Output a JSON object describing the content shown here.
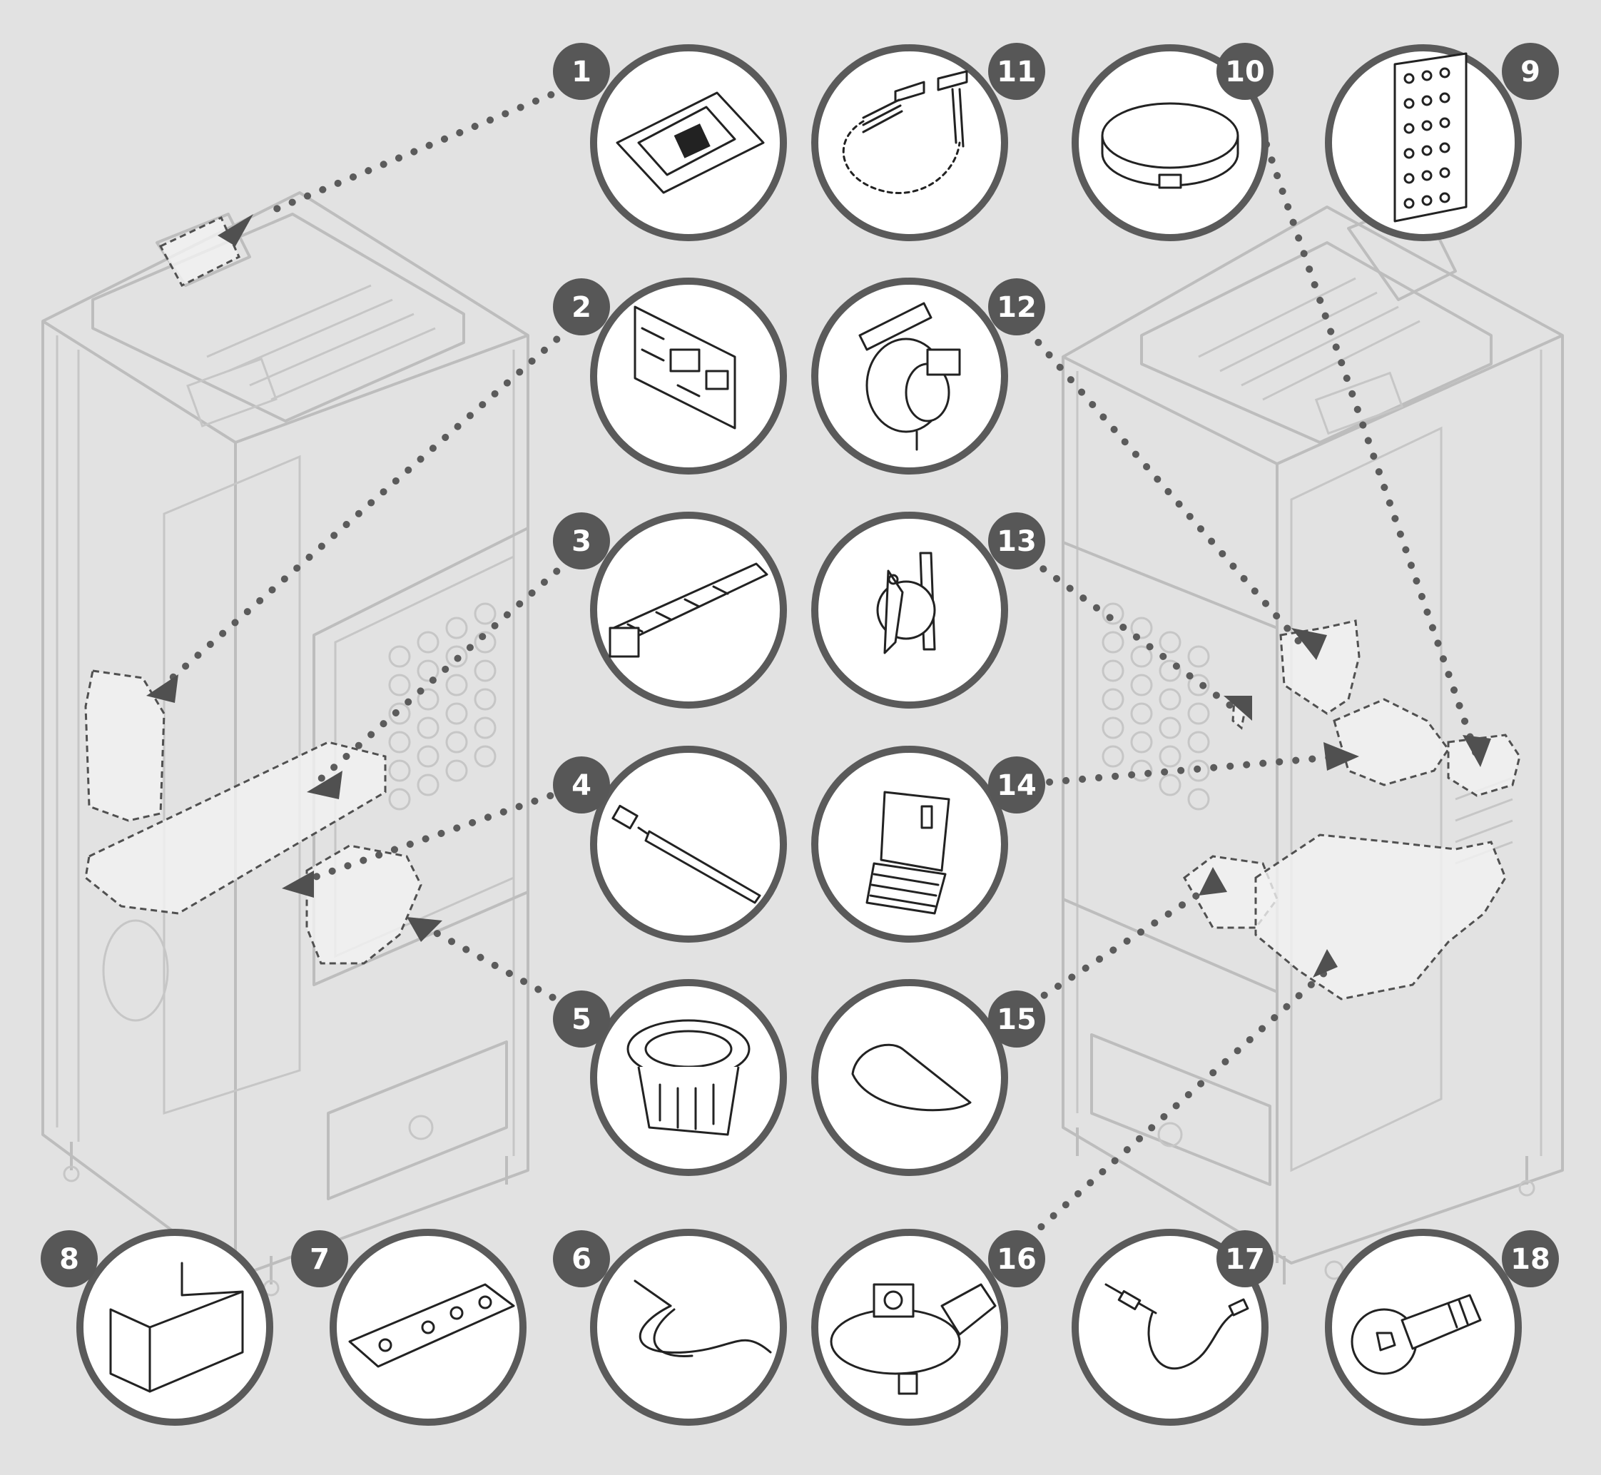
{
  "colors": {
    "background": "#e2e2e2",
    "badge": "#575757",
    "ring": "#5a5a5a",
    "dotted_leader": "#5b5b5b",
    "ghost_outline": "#bdbdbd"
  },
  "parts": [
    {
      "number": "1",
      "icon": "control-panel-display-icon"
    },
    {
      "number": "2",
      "icon": "motherboard-icon"
    },
    {
      "number": "3",
      "icon": "auger-feed-screw-icon"
    },
    {
      "number": "4",
      "icon": "igniter-cartridge-icon"
    },
    {
      "number": "5",
      "icon": "burn-pot-brazier-icon"
    },
    {
      "number": "6",
      "icon": "temperature-probe-cable-icon"
    },
    {
      "number": "7",
      "icon": "remote-control-icon"
    },
    {
      "number": "8",
      "icon": "pellet-hopper-icon"
    },
    {
      "number": "9",
      "icon": "perforated-grille-panel-icon"
    },
    {
      "number": "10",
      "icon": "round-fan-cover-icon"
    },
    {
      "number": "11",
      "icon": "flat-cable-connectors-icon"
    },
    {
      "number": "12",
      "icon": "pressure-switch-icon"
    },
    {
      "number": "13",
      "icon": "safety-thermostat-icon"
    },
    {
      "number": "14",
      "icon": "gear-motor-icon"
    },
    {
      "number": "15",
      "icon": "ash-deflector-plate-icon"
    },
    {
      "number": "16",
      "icon": "smoke-extractor-fan-icon"
    },
    {
      "number": "17",
      "icon": "smoke-probe-sensor-icon"
    },
    {
      "number": "18",
      "icon": "adjustable-foot-screw-icon"
    }
  ]
}
